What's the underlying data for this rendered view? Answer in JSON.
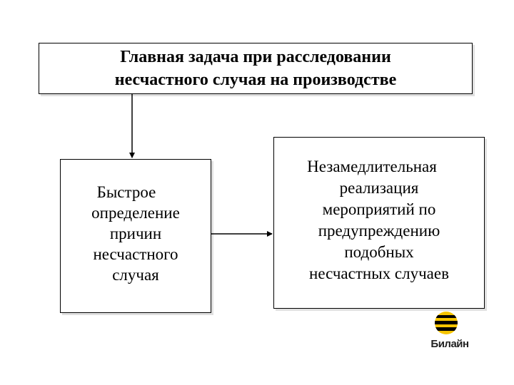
{
  "main_task": {
    "lines": [
      "Главная задача при расследовании",
      "несчастного случая на производстве"
    ]
  },
  "cause_box": {
    "lines": [
      "Быстрое",
      "определение",
      "причин",
      "несчастного",
      "случая"
    ]
  },
  "measures_box": {
    "lines": [
      "Незамедлительная",
      "реализация",
      "мероприятий по",
      "предупреждению",
      "подобных",
      "несчастных случаев"
    ]
  },
  "logo": {
    "text": "Билайн",
    "colors": {
      "yellow": "#F5C400",
      "black": "#000000"
    }
  }
}
